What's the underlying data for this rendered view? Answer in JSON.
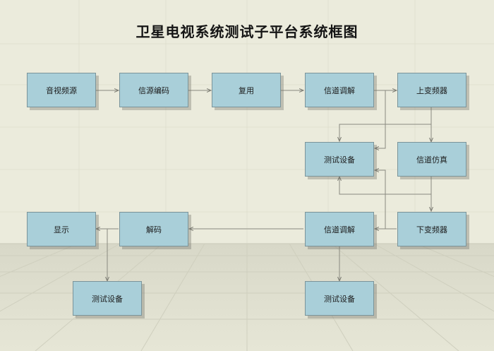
{
  "title": "卫星电视系统测试子平台系统框图",
  "nodes": {
    "audio_video_source": "音视频源",
    "source_encoding": "信源编码",
    "multiplexing": "复用",
    "channel_modulation": "信道调解",
    "up_converter": "上变频器",
    "test_equipment_mid": "测试设备",
    "channel_simulation": "信道仿真",
    "display": "显示",
    "decoding": "解码",
    "channel_demodulation": "信道调解",
    "down_converter": "下变频器",
    "test_equipment_left": "测试设备",
    "test_equipment_bottom": "测试设备"
  },
  "colors": {
    "background": "#ebebdc",
    "node_fill": "#a9cfd9",
    "node_border": "#7b949a",
    "connector": "#8a8a80"
  }
}
